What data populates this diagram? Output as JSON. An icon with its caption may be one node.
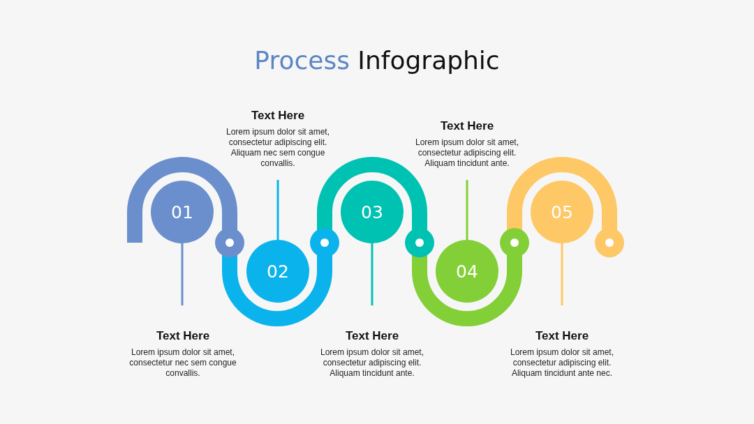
{
  "diagram": {
    "title": "Process Infographic",
    "nodes": [
      {
        "text": [
          "01"
        ]
      },
      {
        "text": [
          "02"
        ]
      },
      {
        "text": [
          "03"
        ]
      },
      {
        "text": [
          "04"
        ]
      },
      {
        "text": [
          "05"
        ]
      },
      {
        "text": [
          "Text Here",
          "Lorem ipsum dolor sit amet, consectetur nec sem congue convallis."
        ]
      },
      {
        "text": [
          "Text Here",
          "Lorem ipsum dolor sit amet, consectetur adipiscing elit. Aliquam nec sem congue convallis."
        ]
      },
      {
        "text": [
          "Text Here",
          "Lorem ipsum dolor sit amet, consectetur adipiscing elit. Aliquam tincidunt ante."
        ]
      },
      {
        "text": [
          "Text Here",
          "Lorem ipsum dolor sit amet, consectetur adipiscing elit. Aliquam tincidunt ante."
        ]
      },
      {
        "text": [
          "Text Here",
          "Lorem ipsum dolor sit amet, consectetur adipiscing elit. Aliquam tincidunt ante nec."
        ]
      }
    ],
    "edges": [
      {
        "from": 0,
        "to": 5,
        "arrow": "none",
        "color": "#6a8fcc"
      },
      {
        "from": 1,
        "to": 6,
        "arrow": "none",
        "color": "#0bb3ec"
      },
      {
        "from": 2,
        "to": 7,
        "arrow": "none",
        "color": "#00c2b2"
      },
      {
        "from": 3,
        "to": 8,
        "arrow": "none",
        "color": "#83cf37"
      },
      {
        "from": 4,
        "to": 9,
        "arrow": "none",
        "color": "#fdc865"
      }
    ]
  }
}
